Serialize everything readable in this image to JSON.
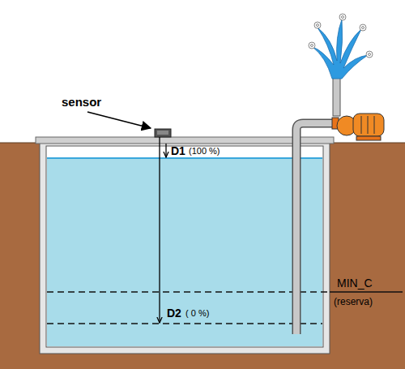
{
  "diagram": {
    "labels": [
      "sensor",
      "D1",
      "(100 %)",
      "D2",
      "( 0 %)",
      "MIN_C",
      "(reserva)"
    ]
  }
}
